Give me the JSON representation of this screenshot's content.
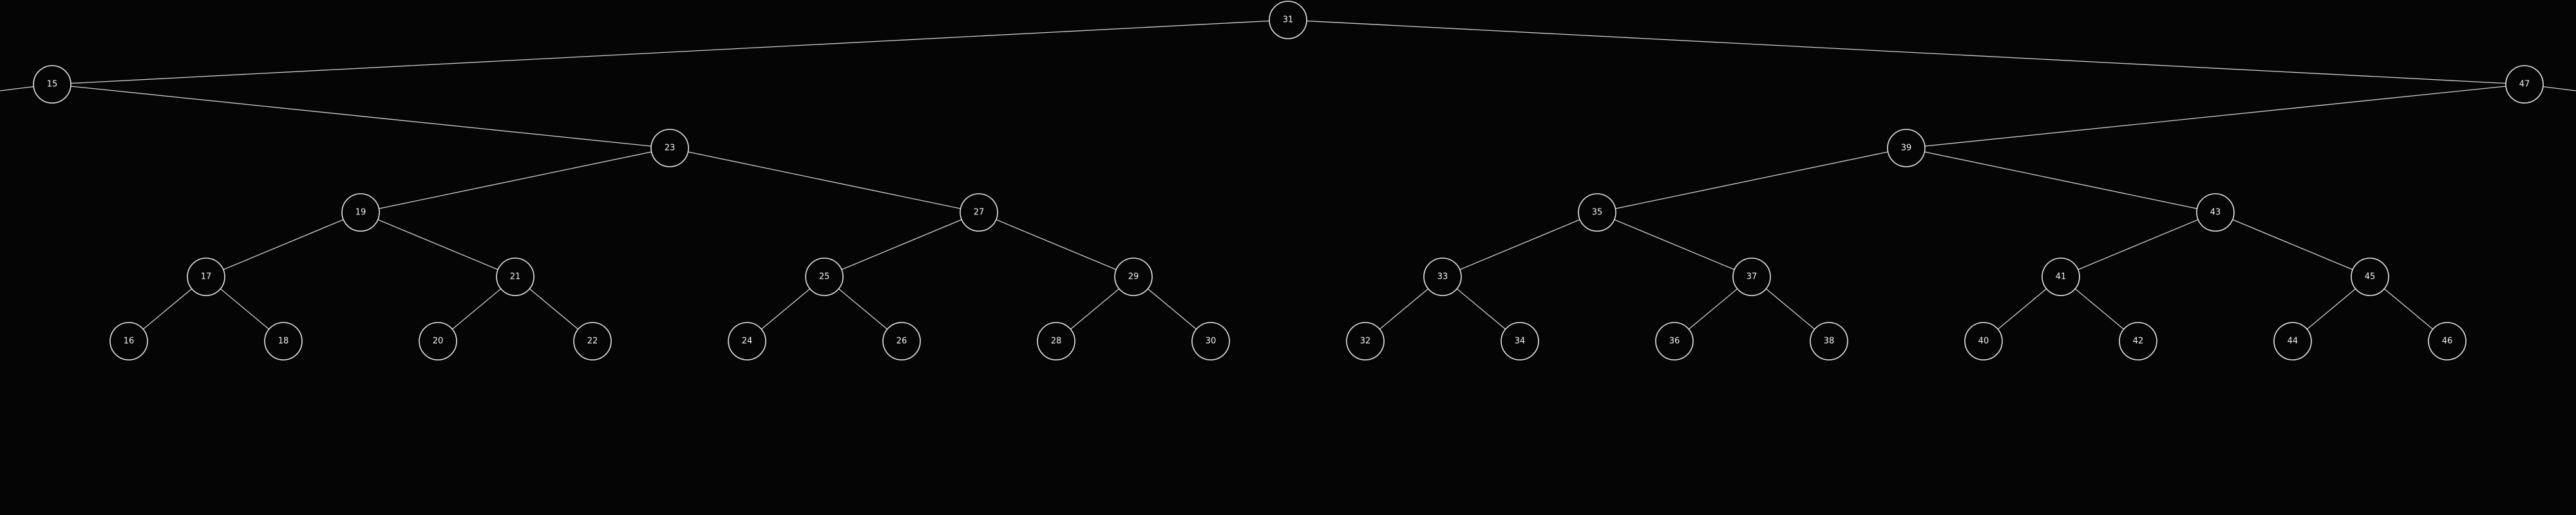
{
  "colors": {
    "background": "#050505",
    "edge": "#d0d0d0",
    "node_stroke": "#e6e6e6",
    "label": "#f2f2f2"
  },
  "tree": {
    "nodes": [
      {
        "id": "31",
        "label": "31",
        "level": 0
      },
      {
        "id": "15",
        "label": "15",
        "level": 1
      },
      {
        "id": "47",
        "label": "47",
        "level": 1
      },
      {
        "id": "23",
        "label": "23",
        "level": 2
      },
      {
        "id": "39",
        "label": "39",
        "level": 2
      },
      {
        "id": "19",
        "label": "19",
        "level": 3
      },
      {
        "id": "27",
        "label": "27",
        "level": 3
      },
      {
        "id": "35",
        "label": "35",
        "level": 3
      },
      {
        "id": "43",
        "label": "43",
        "level": 3
      },
      {
        "id": "17",
        "label": "17",
        "level": 4
      },
      {
        "id": "21",
        "label": "21",
        "level": 4
      },
      {
        "id": "25",
        "label": "25",
        "level": 4
      },
      {
        "id": "29",
        "label": "29",
        "level": 4
      },
      {
        "id": "33",
        "label": "33",
        "level": 4
      },
      {
        "id": "37",
        "label": "37",
        "level": 4
      },
      {
        "id": "41",
        "label": "41",
        "level": 4
      },
      {
        "id": "45",
        "label": "45",
        "level": 4
      },
      {
        "id": "16",
        "label": "16",
        "level": 5
      },
      {
        "id": "18",
        "label": "18",
        "level": 5
      },
      {
        "id": "20",
        "label": "20",
        "level": 5
      },
      {
        "id": "22",
        "label": "22",
        "level": 5
      },
      {
        "id": "24",
        "label": "24",
        "level": 5
      },
      {
        "id": "26",
        "label": "26",
        "level": 5
      },
      {
        "id": "28",
        "label": "28",
        "level": 5
      },
      {
        "id": "30",
        "label": "30",
        "level": 5
      },
      {
        "id": "32",
        "label": "32",
        "level": 5
      },
      {
        "id": "34",
        "label": "34",
        "level": 5
      },
      {
        "id": "36",
        "label": "36",
        "level": 5
      },
      {
        "id": "38",
        "label": "38",
        "level": 5
      },
      {
        "id": "40",
        "label": "40",
        "level": 5
      },
      {
        "id": "42",
        "label": "42",
        "level": 5
      },
      {
        "id": "44",
        "label": "44",
        "level": 5
      },
      {
        "id": "46",
        "label": "46",
        "level": 5
      }
    ],
    "edges": [
      {
        "from": "31",
        "to": "15"
      },
      {
        "from": "31",
        "to": "47"
      },
      {
        "from": "15",
        "to": "23"
      },
      {
        "from": "47",
        "to": "39"
      },
      {
        "from": "23",
        "to": "19"
      },
      {
        "from": "23",
        "to": "27"
      },
      {
        "from": "39",
        "to": "35"
      },
      {
        "from": "39",
        "to": "43"
      },
      {
        "from": "19",
        "to": "17"
      },
      {
        "from": "19",
        "to": "21"
      },
      {
        "from": "27",
        "to": "25"
      },
      {
        "from": "27",
        "to": "29"
      },
      {
        "from": "35",
        "to": "33"
      },
      {
        "from": "35",
        "to": "37"
      },
      {
        "from": "43",
        "to": "41"
      },
      {
        "from": "43",
        "to": "45"
      },
      {
        "from": "17",
        "to": "16"
      },
      {
        "from": "17",
        "to": "18"
      },
      {
        "from": "21",
        "to": "20"
      },
      {
        "from": "21",
        "to": "22"
      },
      {
        "from": "25",
        "to": "24"
      },
      {
        "from": "25",
        "to": "26"
      },
      {
        "from": "29",
        "to": "28"
      },
      {
        "from": "29",
        "to": "30"
      },
      {
        "from": "33",
        "to": "32"
      },
      {
        "from": "33",
        "to": "34"
      },
      {
        "from": "37",
        "to": "36"
      },
      {
        "from": "37",
        "to": "38"
      },
      {
        "from": "41",
        "to": "40"
      },
      {
        "from": "41",
        "to": "42"
      },
      {
        "from": "45",
        "to": "44"
      },
      {
        "from": "45",
        "to": "46"
      }
    ],
    "offscreen_edges": [
      {
        "from": "15",
        "side": "left"
      },
      {
        "from": "47",
        "side": "right"
      }
    ]
  }
}
